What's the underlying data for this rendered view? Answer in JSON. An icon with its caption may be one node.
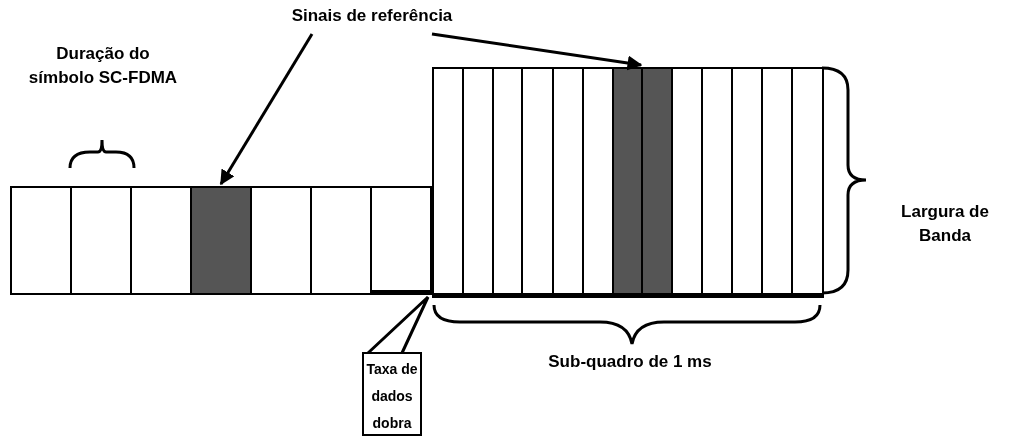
{
  "diagram": {
    "nodes": [
      {
        "text": [
          "Sinais de referência"
        ]
      },
      {
        "text": [],
        "shape": "box"
      },
      {
        "text": [],
        "shape": "box"
      },
      {
        "text": [
          "Taxa de dados dobra"
        ]
      }
    ],
    "edges": [
      {
        "from": 0,
        "to": 1,
        "arrow": "to"
      },
      {
        "from": 0,
        "to": 2,
        "arrow": "to"
      },
      {
        "from": 3,
        "to": null,
        "arrow": "none"
      }
    ],
    "labels": [
      "Duração do símbolo SC-FDMA",
      "Largura de Banda",
      "Sub-quadro de 1 ms"
    ]
  }
}
